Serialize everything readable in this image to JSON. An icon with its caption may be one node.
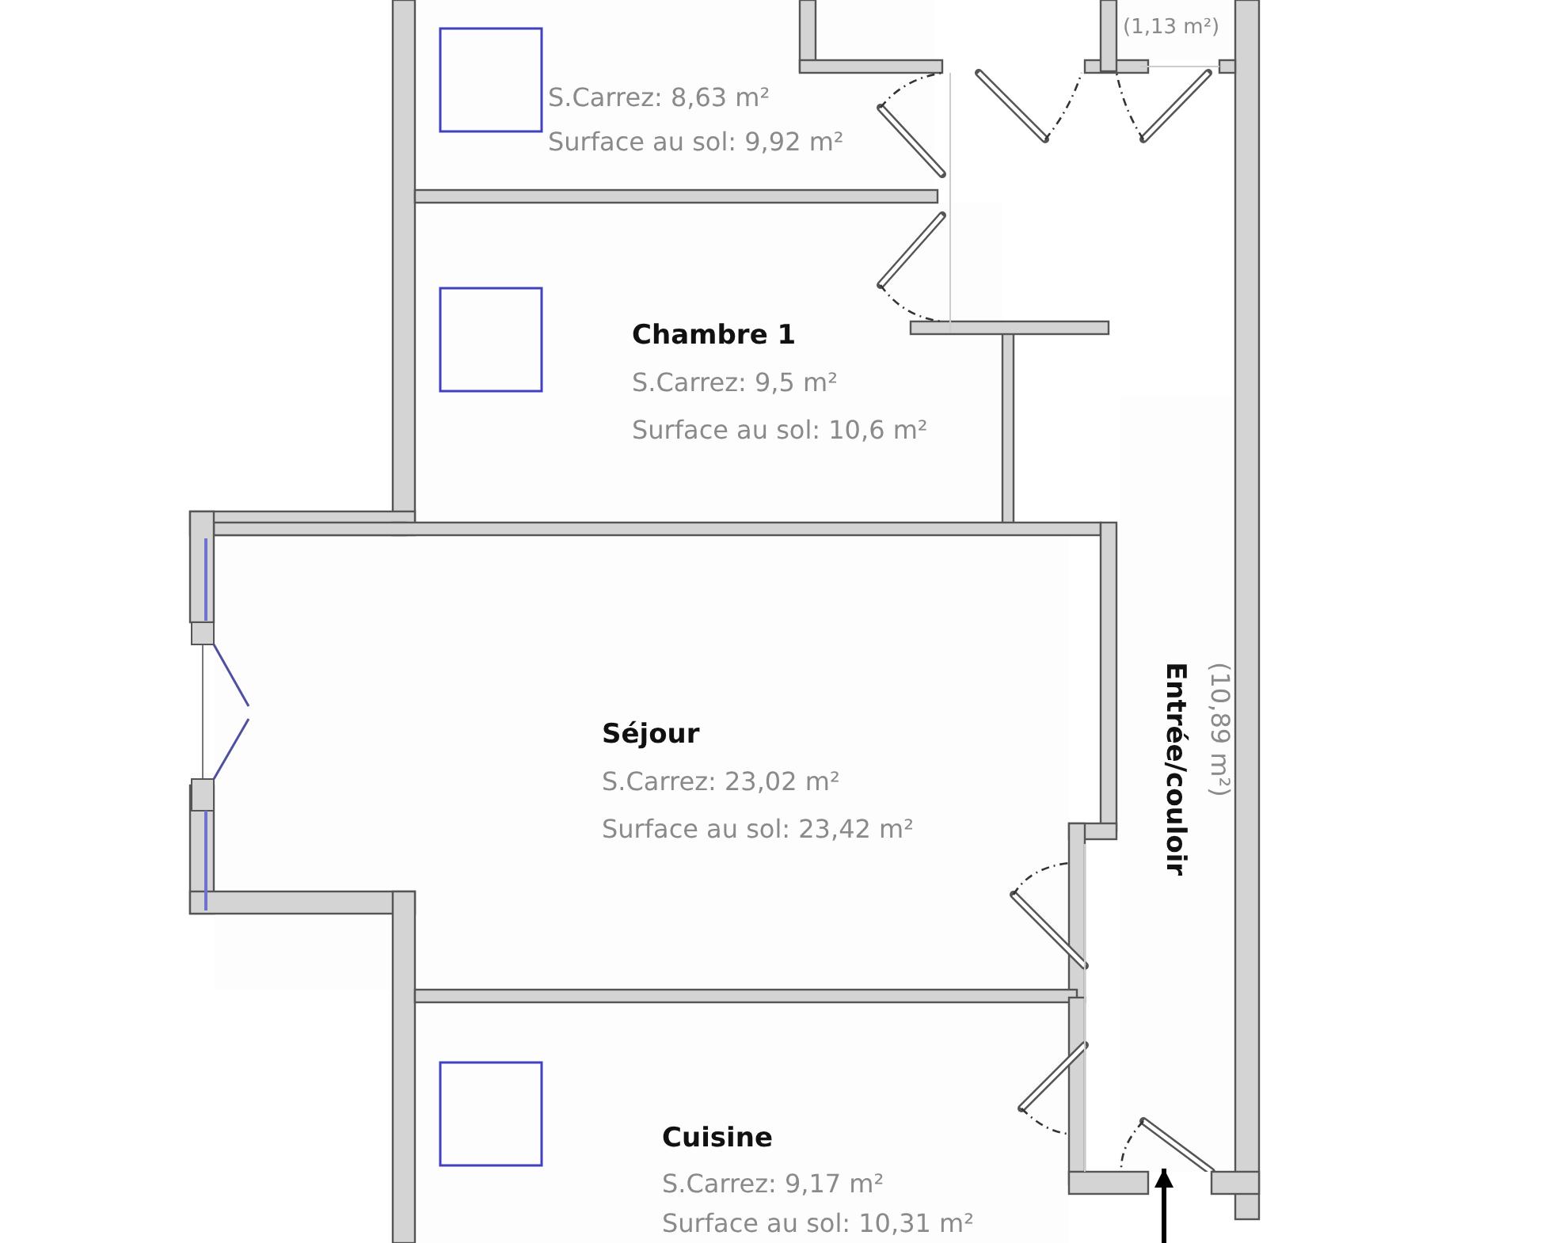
{
  "diagram": {
    "nodes": [
      {
        "text": [
          "S.Carrez: 8,63 m²",
          "Surface au sol: 9,92 m²"
        ]
      },
      {
        "text": [
          "(1,13 m²)"
        ]
      },
      {
        "text": [
          "Chambre 1",
          "S.Carrez: 9,5 m²",
          "Surface au sol: 10,6 m²"
        ]
      },
      {
        "text": [
          "Séjour",
          "S.Carrez: 23,02 m²",
          "Surface au sol: 23,42 m²"
        ]
      },
      {
        "text": [
          "Entrée/couloir",
          "(10,89 m²)"
        ]
      },
      {
        "text": [
          "Cuisine",
          "S.Carrez: 9,17 m²",
          "Surface au sol: 10,31 m²"
        ]
      }
    ],
    "edges": [
      {
        "from": null,
        "to": 4,
        "arrow": "to"
      }
    ]
  }
}
